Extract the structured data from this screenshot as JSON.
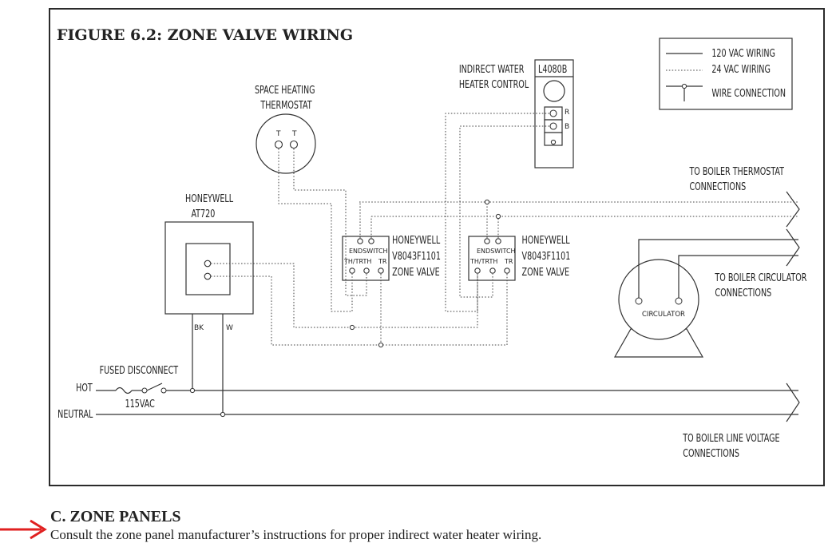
{
  "figure": {
    "title": "FIGURE 6.2: ZONE VALVE WIRING",
    "legend": {
      "line_120": "120 VAC WIRING",
      "line_24": "24 VAC WIRING",
      "wire_connection": "WIRE CONNECTION"
    },
    "thermostat": {
      "label_1": "SPACE HEATING",
      "label_2": "THERMOSTAT",
      "t1": "T",
      "t2": "T"
    },
    "indirect": {
      "label_1": "INDIRECT WATER",
      "label_2": "HEATER CONTROL",
      "model": "L4080B",
      "r": "R",
      "b": "B"
    },
    "at720": {
      "label_1": "HONEYWELL",
      "label_2": "AT720",
      "bk": "BK",
      "w": "W"
    },
    "valve1": {
      "endswitch": "ENDSWITCH",
      "thtr": "TH/TRTH",
      "tr": "TR",
      "label_1": "HONEYWELL",
      "label_2": "V8043F1101",
      "label_3": "ZONE VALVE"
    },
    "valve2": {
      "endswitch": "ENDSWITCH",
      "thtr": "TH/TRTH",
      "tr": "TR",
      "label_1": "HONEYWELL",
      "label_2": "V8043F1101",
      "label_3": "ZONE VALVE"
    },
    "boiler_thermostat": {
      "label_1": "TO BOILER THERMOSTAT",
      "label_2": "CONNECTIONS"
    },
    "boiler_circulator": {
      "label_1": "TO BOILER CIRCULATOR",
      "label_2": "CONNECTIONS"
    },
    "circulator": "CIRCULATOR",
    "fused_disconnect": "FUSED DISCONNECT",
    "hot": "HOT",
    "neutral": "NEUTRAL",
    "voltage": "115VAC",
    "line_voltage": {
      "label_1": "TO BOILER LINE VOLTAGE",
      "label_2": "CONNECTIONS"
    }
  },
  "section": {
    "heading": "C.  ZONE PANELS",
    "body": "Consult the zone panel manufacturer’s instructions for proper indirect water heater wiring."
  },
  "colors": {
    "arrow": "#e02020",
    "ink": "#222222"
  }
}
